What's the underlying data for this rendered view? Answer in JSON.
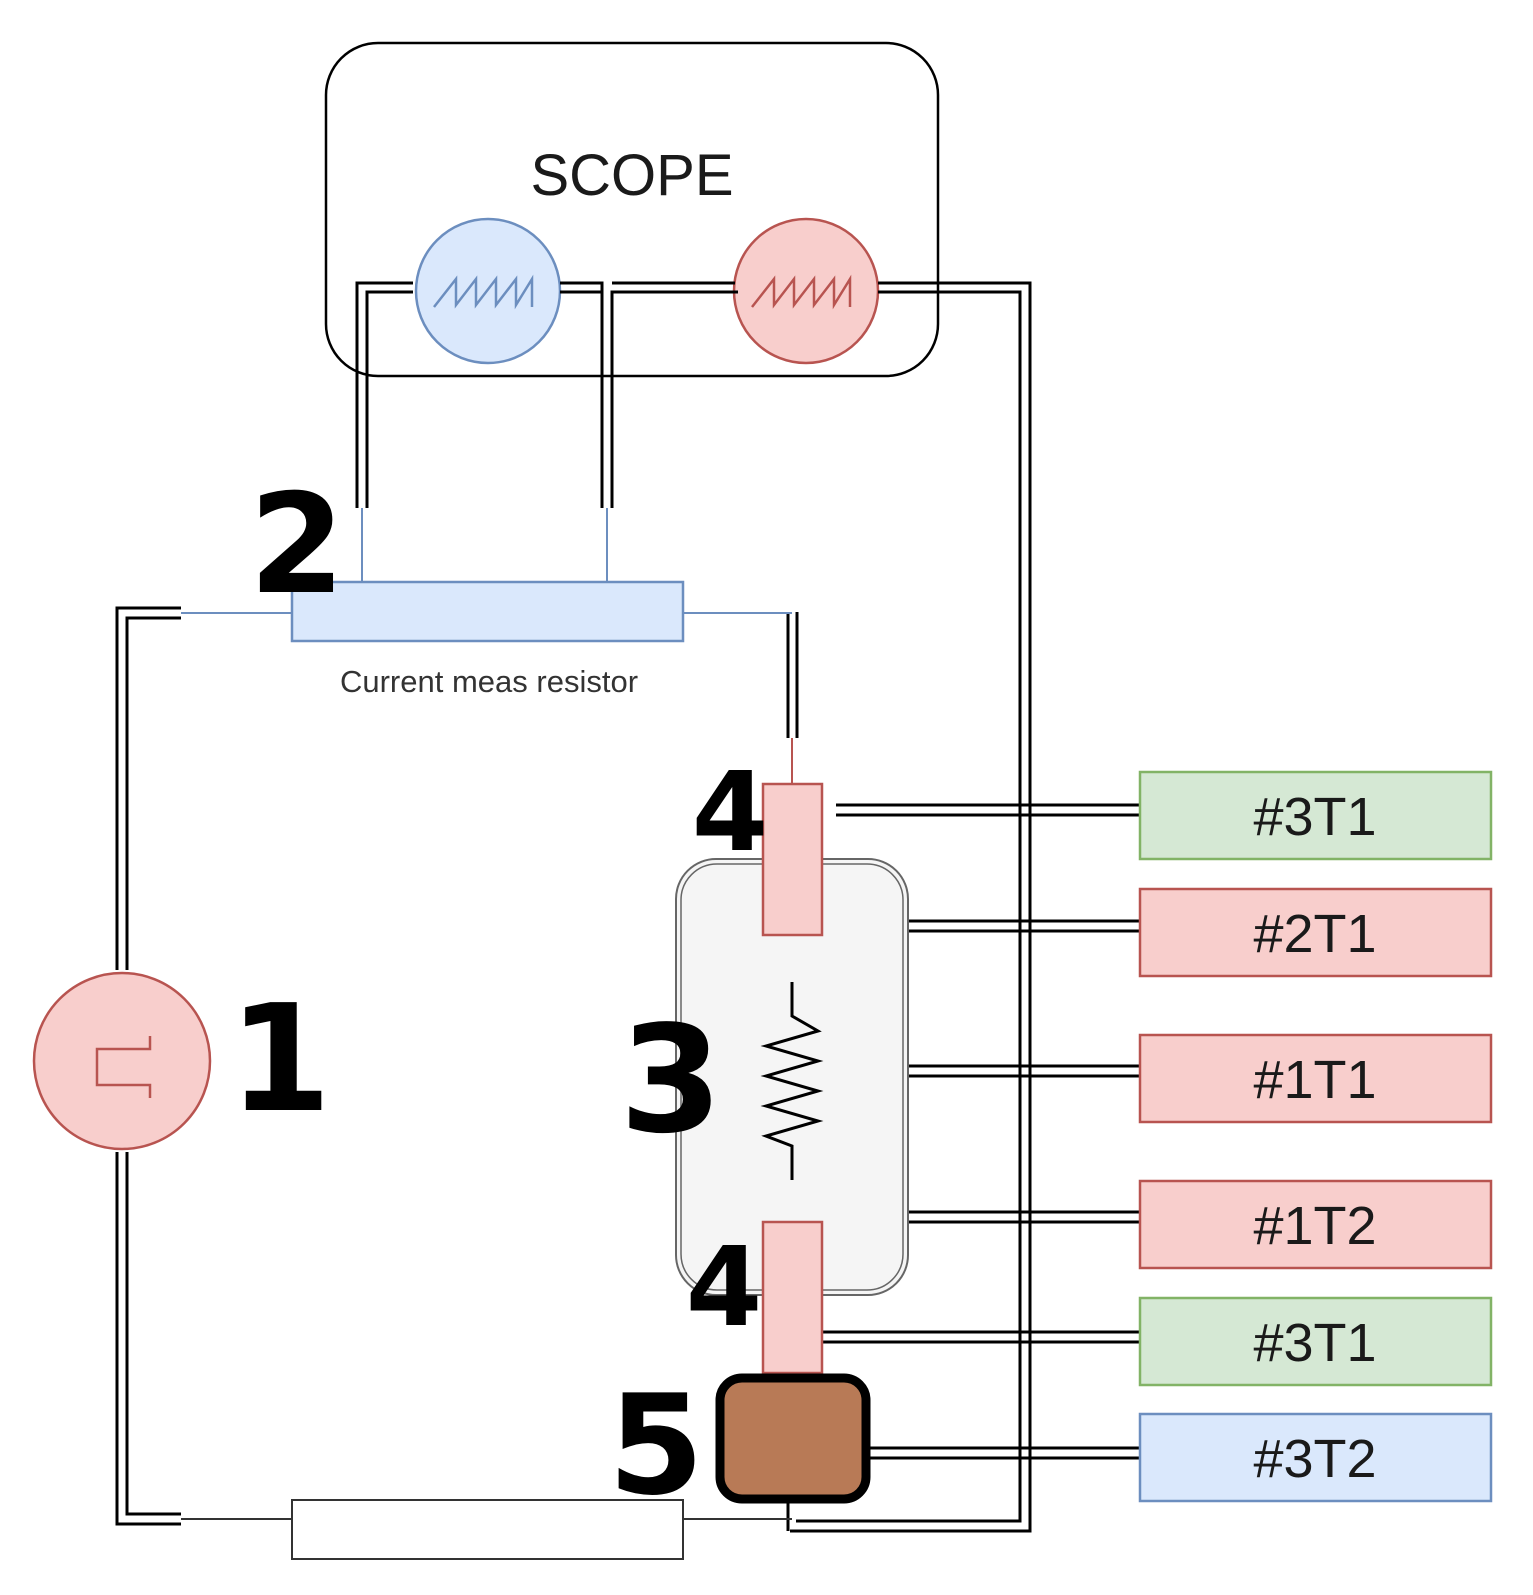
{
  "scope": {
    "title": "SCOPE"
  },
  "resistor": {
    "label": "Current meas resistor"
  },
  "numbers": {
    "n1": "1",
    "n2": "2",
    "n3": "3",
    "n4_top": "4",
    "n4_bottom": "4",
    "n5": "5"
  },
  "sensors": [
    {
      "id": "#3T1",
      "color": "green"
    },
    {
      "id": "#2T1",
      "color": "red"
    },
    {
      "id": "#1T1",
      "color": "red"
    },
    {
      "id": "#1T2",
      "color": "red"
    },
    {
      "id": "#3T1",
      "color": "green"
    },
    {
      "id": "#3T2",
      "color": "blue"
    }
  ],
  "colors": {
    "red_fill": "#f8cecc",
    "red_stroke": "#b85450",
    "blue_fill": "#dae8fc",
    "blue_stroke": "#6c8ebf",
    "green_fill": "#d5e8d4",
    "green_stroke": "#82b366",
    "chamber_fill": "#f5f5f5",
    "chamber_stroke": "#666666",
    "block_fill": "#b87a56"
  }
}
